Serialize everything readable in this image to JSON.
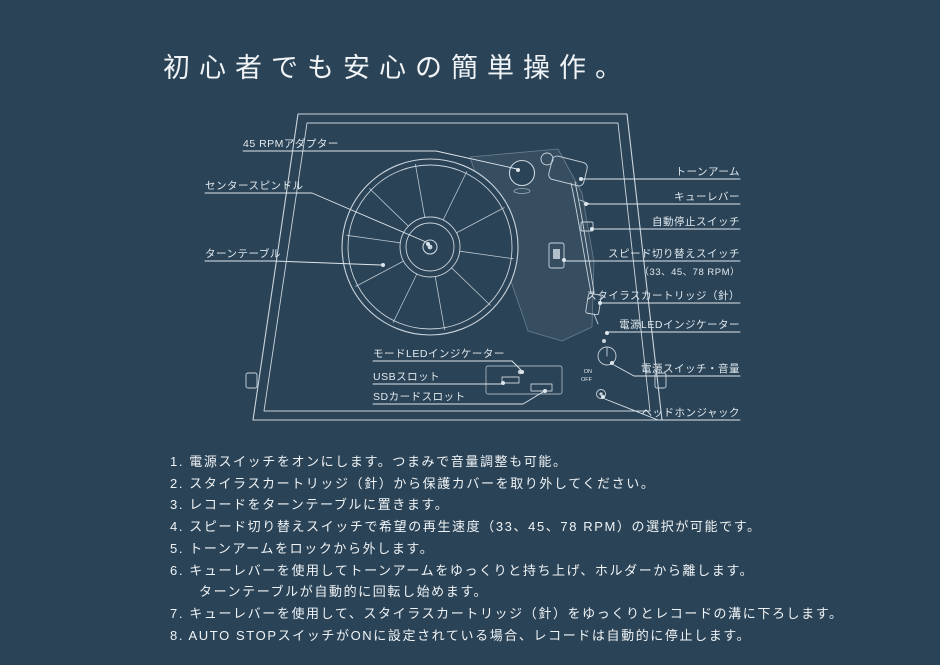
{
  "page": {
    "title": "初心者でも安心の簡単操作。"
  },
  "theme": {
    "background": "#2b4356",
    "line_color": "#c9d5de",
    "text_color": "#eef3f6"
  },
  "diagram": {
    "labels_left": [
      {
        "label": "45 RPMアダプター"
      },
      {
        "label": "センタースピンドル"
      },
      {
        "label": "ターンテーブル"
      }
    ],
    "labels_bottom": [
      {
        "label": "モードLEDインジケーター"
      },
      {
        "label": "USBスロット"
      },
      {
        "label": "SDカードスロット"
      }
    ],
    "labels_right": [
      {
        "label": "トーンアーム"
      },
      {
        "label": "キューレバー"
      },
      {
        "label": "自動停止スイッチ"
      },
      {
        "label": "スピード切り替えスイッチ",
        "sublabel": "（33、45、78 RPM）"
      },
      {
        "label": "スタイラスカートリッジ（針）"
      },
      {
        "label": "電源LEDインジケーター"
      },
      {
        "label": "電源スイッチ・音量"
      },
      {
        "label": "ヘッドホンジャック"
      }
    ],
    "power_switch": {
      "on": "ON",
      "off": "OFF"
    }
  },
  "instructions": {
    "items": [
      {
        "text": "1. 電源スイッチをオンにします。つまみで音量調整も可能。"
      },
      {
        "text": "2. スタイラスカートリッジ（針）から保護カバーを取り外してください。"
      },
      {
        "text": "3. レコードをターンテーブルに置きます。"
      },
      {
        "text": "4. スピード切り替えスイッチで希望の再生速度（33、45、78 RPM）の選択が可能です。"
      },
      {
        "text": "5. トーンアームをロックから外します。"
      },
      {
        "text": "6. キューレバーを使用してトーンアームをゆっくりと持ち上げ、ホルダーから離します。"
      },
      {
        "text": "ターンテーブルが自動的に回転し始めます。",
        "indent": true
      },
      {
        "text": "7. キューレバーを使用して、スタイラスカートリッジ（針）をゆっくりとレコードの溝に下ろします。"
      },
      {
        "text": "8. AUTO STOPスイッチがONに設定されている場合、レコードは自動的に停止します。"
      }
    ]
  }
}
